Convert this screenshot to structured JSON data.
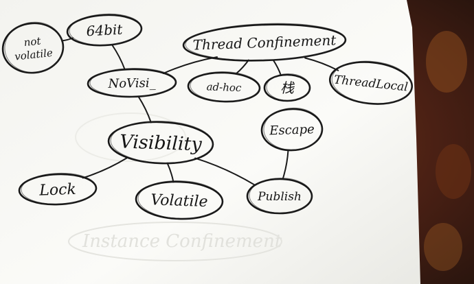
{
  "diagram": {
    "nodes": [
      {
        "id": "not-volatile",
        "label_lines": [
          "not",
          "volatile"
        ]
      },
      {
        "id": "64bit",
        "label_lines": [
          "64bit"
        ]
      },
      {
        "id": "thread-confinement",
        "label_lines": [
          "Thread Confinement"
        ]
      },
      {
        "id": "novisi",
        "label_lines": [
          "NoVisi_"
        ]
      },
      {
        "id": "ad-hoc",
        "label_lines": [
          "ad-hoc"
        ]
      },
      {
        "id": "stack",
        "label_lines": [
          "栈"
        ]
      },
      {
        "id": "thread-local",
        "label_lines": [
          "ThreadLocal"
        ]
      },
      {
        "id": "visibility",
        "label_lines": [
          "Visibility"
        ]
      },
      {
        "id": "escape",
        "label_lines": [
          "Escape"
        ]
      },
      {
        "id": "lock",
        "label_lines": [
          "Lock"
        ]
      },
      {
        "id": "volatile",
        "label_lines": [
          "Volatile"
        ]
      },
      {
        "id": "publish",
        "label_lines": [
          "Publish"
        ]
      }
    ],
    "edges": [
      {
        "from": "64bit",
        "to": "not-volatile"
      },
      {
        "from": "64bit",
        "to": "novisi"
      },
      {
        "from": "novisi",
        "to": "thread-confinement"
      },
      {
        "from": "thread-confinement",
        "to": "ad-hoc"
      },
      {
        "from": "thread-confinement",
        "to": "stack"
      },
      {
        "from": "thread-confinement",
        "to": "thread-local"
      },
      {
        "from": "novisi",
        "to": "visibility"
      },
      {
        "from": "visibility",
        "to": "lock"
      },
      {
        "from": "visibility",
        "to": "volatile"
      },
      {
        "from": "visibility",
        "to": "publish"
      },
      {
        "from": "escape",
        "to": "publish"
      }
    ],
    "faint_background_text": "Instance Confinement"
  },
  "colors": {
    "ink": "#161616",
    "paper": "#f7f7f4",
    "fabric": "#5a2a1a"
  }
}
